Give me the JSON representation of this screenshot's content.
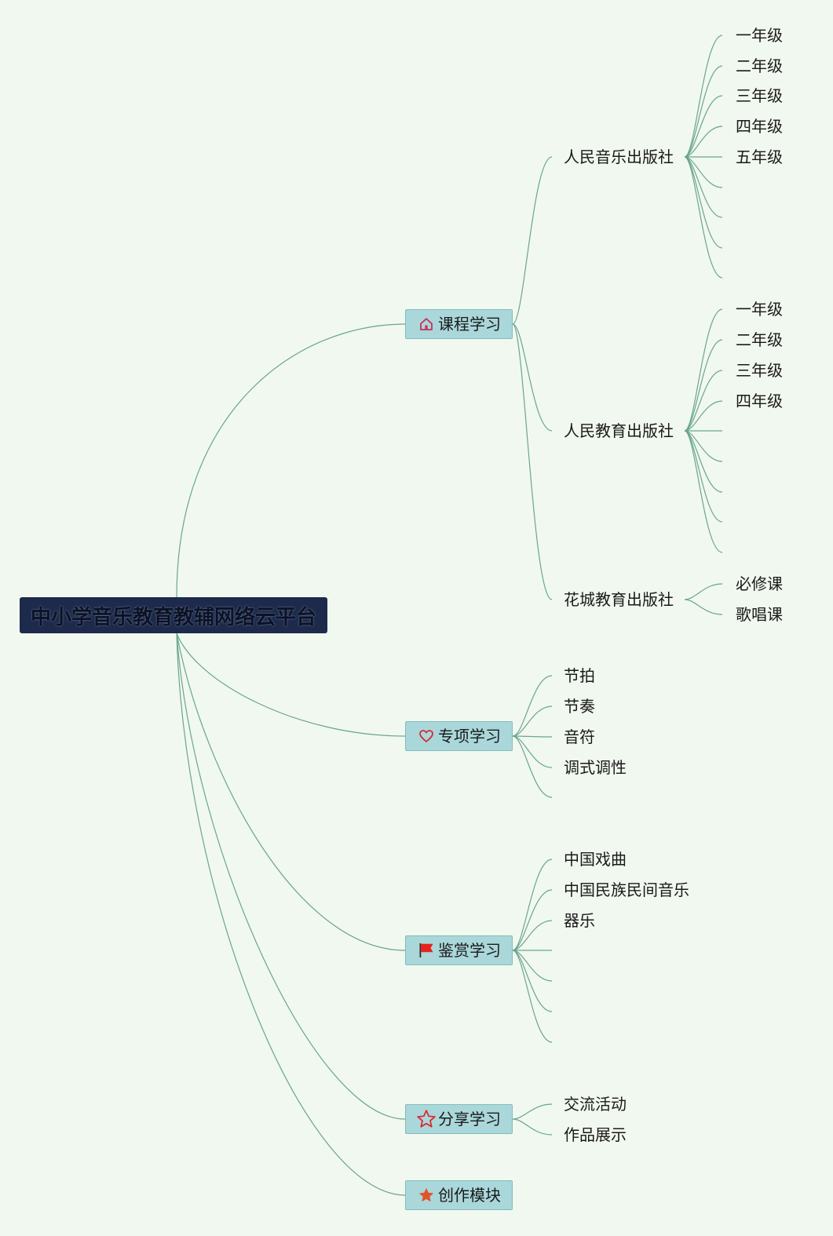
{
  "colors": {
    "background": "#f1f8ef",
    "connector": "#6aa58f",
    "root_fill": "#1d2a4c",
    "root_text": "#0c1224",
    "branch_fill": "#aad7da",
    "branch_border": "#82bcbc",
    "topic_text": "#1a1a1a",
    "icon_red": "#d9262f",
    "icon_orange": "#e0542a"
  },
  "root": {
    "label": "中小学音乐教育教辅网络云平台"
  },
  "branches": [
    {
      "label": "课程学习",
      "icon": "house-icon",
      "children": [
        {
          "label": "人民音乐出版社",
          "children": [
            "一年级",
            "二年级",
            "三年级",
            "四年级",
            "五年级"
          ]
        },
        {
          "label": "人民教育出版社",
          "children": [
            "一年级",
            "二年级",
            "三年级",
            "四年级"
          ]
        },
        {
          "label": "花城教育出版社",
          "children": [
            "必修课",
            "歌唱课"
          ]
        }
      ]
    },
    {
      "label": "专项学习",
      "icon": "heart-icon",
      "children": [
        "节拍",
        "节奏",
        "音符",
        "调式调性"
      ]
    },
    {
      "label": "鉴赏学习",
      "icon": "flag-icon",
      "children": [
        "中国戏曲",
        "中国民族民间音乐",
        "器乐"
      ]
    },
    {
      "label": "分享学习",
      "icon": "star-outline-icon",
      "children": [
        "交流活动",
        "作品展示"
      ]
    },
    {
      "label": "创作模块",
      "icon": "star-filled-icon",
      "children": []
    }
  ]
}
